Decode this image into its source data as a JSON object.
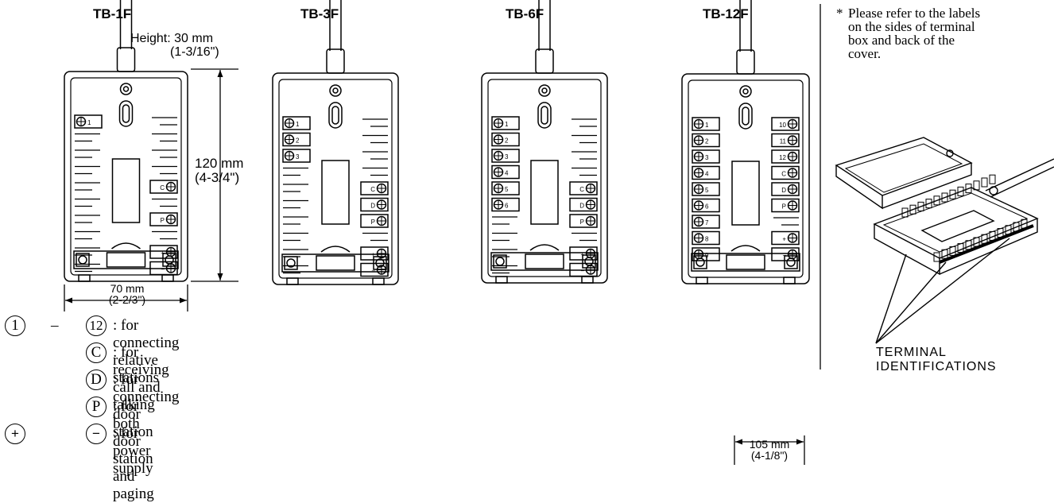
{
  "models": [
    "TB-1F",
    "TB-3F",
    "TB-6F",
    "TB-12F"
  ],
  "dimensions": {
    "height_label": "Height: 30 mm",
    "height_inch": "(1-3/16\")",
    "length_label": "120 mm",
    "length_inch": "(4-3/4\")",
    "width_label": "70 mm",
    "width_inch": "(2-2/3\")",
    "width12_label": "105 mm",
    "width12_inch": "(4-1/8\")"
  },
  "note": {
    "star": "*",
    "lines": [
      "Please refer to the labels",
      "on the sides of terminal",
      "box and back of the",
      "cover."
    ]
  },
  "identifications_label": [
    "TERMINAL",
    "IDENTIFICATIONS"
  ],
  "legend": {
    "range_start_symbol": "1",
    "range_dash": "–",
    "range_end_symbol": "12",
    "rows": [
      {
        "symbol": "12",
        "text": ": for connecting relative stations"
      },
      {
        "symbol": "C",
        "text": ": for receiving call and talking"
      },
      {
        "symbol": "D",
        "text": ": for connecting door station"
      },
      {
        "symbol": "P",
        "text": ": for both door station and paging"
      },
      {
        "symbol": "−",
        "text": ": for power supply"
      }
    ],
    "plus_symbol": "+"
  },
  "box_terminals": {
    "tb1f": {
      "left": [
        "1"
      ],
      "right": [
        "C",
        "P",
        "+",
        "−"
      ]
    },
    "tb3f": {
      "left": [
        "1",
        "2",
        "3"
      ],
      "right": [
        "C",
        "D",
        "P",
        "+",
        "−"
      ]
    },
    "tb6f": {
      "left": [
        "1",
        "2",
        "3",
        "4",
        "5",
        "6"
      ],
      "right": [
        "C",
        "D",
        "P",
        "+",
        "−"
      ]
    },
    "tb12f": {
      "left": [
        "1",
        "2",
        "3",
        "4",
        "5",
        "6",
        "7",
        "8",
        "9"
      ],
      "right": [
        "10",
        "11",
        "12",
        "C",
        "D",
        "P",
        "+",
        "−"
      ]
    }
  }
}
